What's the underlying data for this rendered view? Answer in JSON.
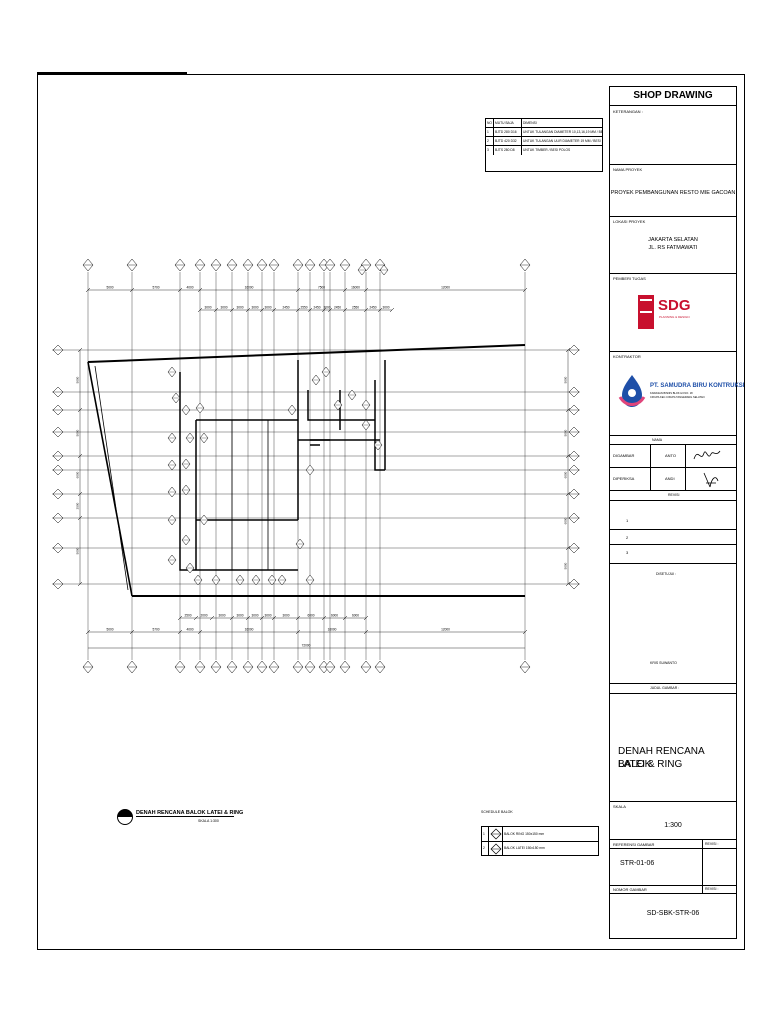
{
  "legend": {
    "rows": [
      {
        "no": "1",
        "mutu": "BJTD 280 D16",
        "desc": "UNTUK TULANGAN DIAMETER 10,13,16,19 MM / BESI ULIR"
      },
      {
        "no": "2",
        "mutu": "BJTD 420 D32",
        "desc": "UNTUK TULANGAN ULIR DIAMETER 19 MM / BESI ULIR"
      },
      {
        "no": "3",
        "mutu": "BJTS 280 D8",
        "desc": "UNTUK TIMBER / BESI POLOS"
      }
    ],
    "head_no": "NO",
    "head_mutu": "MUTU BAJA",
    "head_desc": "DIMENSI"
  },
  "drawing": {
    "top_dims_row1": [
      "5000",
      "5700",
      "4000",
      "16000",
      "7500",
      "16000",
      "12000"
    ],
    "top_dims_row2": [
      "3000",
      "3000",
      "3000",
      "3000",
      "3000",
      "2450",
      "2550",
      "2450",
      "3000",
      "2450",
      "2550",
      "2450",
      "3000"
    ],
    "bottom_dims_row1": [
      "2500",
      "2000",
      "3000",
      "3000",
      "3000",
      "3000",
      "3000",
      "6000",
      "6000",
      "6000"
    ],
    "bottom_dims_row2": [
      "5000",
      "5700",
      "4000",
      "16000",
      "16000",
      "12000"
    ],
    "bottom_total": "72000",
    "left_dims": [
      "5000",
      "5000",
      "6000",
      "2500",
      "5000"
    ],
    "right_dims": [
      "5000",
      "5000",
      "6000",
      "6000",
      "5000"
    ]
  },
  "plan_title": {
    "title": "DENAH RENCANA BALOK LATEI & RING",
    "scale": "SKALA 1:300"
  },
  "schedule": {
    "head": "SCHEDULE BALOK",
    "rows": [
      {
        "no": "1",
        "desc": "BALOK RING 150x150 mm"
      },
      {
        "no": "2",
        "desc": "BALOK LATEI 150x150 mm"
      }
    ]
  },
  "titleblock": {
    "header": "SHOP DRAWING",
    "keterangan_label": "KETERANGAN :",
    "nama_proyek_label": "NAMA PROYEK",
    "nama_proyek": "PROYEK PEMBANGUNAN RESTO MIE GACOAN",
    "lokasi_label": "LOKASI PROYEK",
    "lokasi_line1": "JAKARTA SELATAN",
    "lokasi_line2": "JL. RS FATMAWATI",
    "pemberi_label": "PEMBERI TUGAS",
    "sdg_text": "SDG",
    "sdg_sub": "PLANNING & DESIGN",
    "kontraktor_label": "KONTRAKTOR",
    "kontraktor_name": "PT. SAMUDRA BIRU KONTRUKSI",
    "kontraktor_addr1": "KAWASAN BISNIS BLOK H3 NO. 18",
    "kontraktor_addr2": "CIKUPA KEC.CIKUPA TANGERANG SELATAN",
    "nama_label": "NAMA",
    "digambar_label": "DIGAMBAR",
    "digambar_name": "ANTO",
    "diperiksa_label": "DIPERIKSA",
    "diperiksa_name": "ANDI",
    "revisi_label": "REVISI",
    "revisi_rows": [
      "1",
      "2",
      "3"
    ],
    "disetujui_label": "DISETUJUI :",
    "approver": "KRIS SUWANTO",
    "judul_label": "JUDUL GAMBAR :",
    "judul_line1": "DENAH RENCANA BALOK",
    "judul_line2": "LATEI & RING",
    "skala_label": "SKALA",
    "skala_value": "1:300",
    "referensi_label": "REFERENSI GAMBAR",
    "revisi1_label": "REVISI :",
    "referensi_value": "STR-01-06",
    "nomor_label": "NOMOR GAMBAR",
    "revisi2_label": "REVISI :",
    "nomor_value": "SD-SBK-STR-06"
  },
  "colors": {
    "sdg_red": "#c8102e",
    "logo_blue": "#1e4fa8",
    "logo_pink": "#e0457b"
  }
}
